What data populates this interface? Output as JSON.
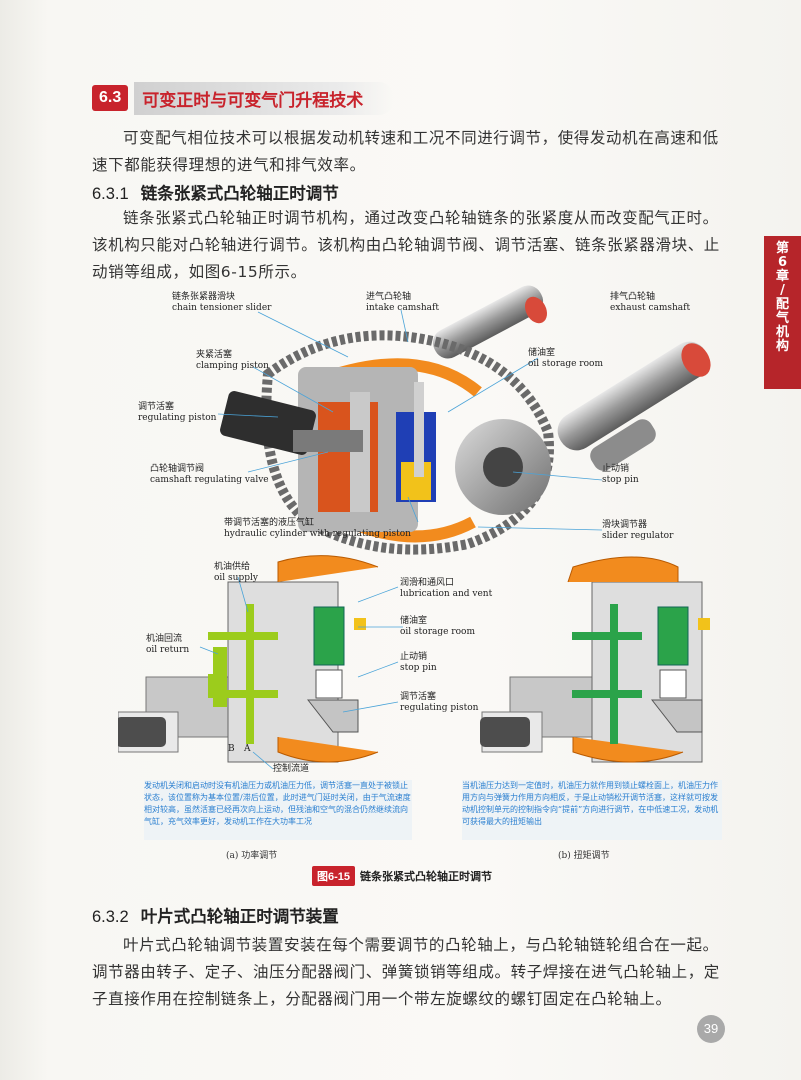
{
  "section": {
    "number": "6.3",
    "title": "可变正时与可变气门升程技术"
  },
  "intro": "可变配气相位技术可以根据发动机转速和工况不同进行调节，使得发动机在高速和低速下都能获得理想的进气和排气效率。",
  "sub1": {
    "number": "6.3.1",
    "title": "链条张紧式凸轮轴正时调节"
  },
  "para1": "链条张紧式凸轮轴正时调节机构，通过改变凸轮轴链条的张紧度从而改变配气正时。该机构只能对凸轮轴进行调节。该机构由凸轮轴调节阀、调节活塞、链条张紧器滑块、止动销等组成，如图6-15所示。",
  "side_tab": {
    "chapter": [
      "第",
      "6",
      "章"
    ],
    "sep": "/",
    "name": [
      "配",
      "气",
      "机",
      "构"
    ]
  },
  "figure": {
    "top_labels": {
      "chain_slider": {
        "cn": "链条张紧器滑块",
        "en": "chain tensioner slider"
      },
      "intake": {
        "cn": "进气凸轮轴",
        "en": "intake camshaft"
      },
      "exhaust": {
        "cn": "排气凸轮轴",
        "en": "exhaust camshaft"
      },
      "clamping": {
        "cn": "夹紧活塞",
        "en": "clamping piston"
      },
      "oil_storage": {
        "cn": "储油室",
        "en": "oil storage room"
      },
      "regulating": {
        "cn": "调节活塞",
        "en": "regulating piston"
      },
      "valve": {
        "cn": "凸轮轴调节阀",
        "en": "camshaft regulating valve"
      },
      "stop_pin": {
        "cn": "止动销",
        "en": "stop pin"
      },
      "hydraulic": {
        "cn": "带调节活塞的液压气缸",
        "en": "hydraulic cylinder with regulating piston"
      },
      "slider_reg": {
        "cn": "滑块调节器",
        "en": "slider regulator"
      }
    },
    "bottom_labels": {
      "oil_supply": {
        "cn": "机油供给",
        "en": "oil supply"
      },
      "lubrication": {
        "cn": "润滑和通风口",
        "en": "lubrication and vent"
      },
      "oil_storage": {
        "cn": "储油室",
        "en": "oil storage room"
      },
      "oil_return": {
        "cn": "机油回流",
        "en": "oil return"
      },
      "stop_pin": {
        "cn": "止动销",
        "en": "stop pin"
      },
      "regulating": {
        "cn": "调节活塞",
        "en": "regulating piston"
      },
      "b": "B",
      "a": "A",
      "control_channel": "控制流道"
    },
    "caption_left": "发动机关闭和启动时没有机油压力或机油压力低，调节活塞一直处于被锁止状态，该位置称为基本位置/滞后位置，此时进气门延时关闭，由于气流速度相对较高，虽然活塞已经再次向上运动，但残油和空气的混合仍然继续流向气缸，充气效率更好，发动机工作在大功率工况",
    "caption_right": "当机油压力达到一定值时，机油压力就作用到锁止螺栓面上，机油压力作用方向与弹簧力作用方向相反，于是止动销松开调节活塞，这样就可按发动机控制单元的控制指令向“提前”方向进行调节，在中低速工况，发动机可获得最大的扭矩输出",
    "sub_a": "(a) 功率调节",
    "sub_b": "(b) 扭矩调节",
    "number": "图6-15",
    "title": "链条张紧式凸轮轴正时调节"
  },
  "sub2": {
    "number": "6.3.2",
    "title": "叶片式凸轮轴正时调节装置"
  },
  "para2": "叶片式凸轮轴调节装置安装在每个需要调节的凸轮轴上，与凸轮轴链轮组合在一起。调节器由转子、定子、油压分配器阀门、弹簧锁销等组成。转子焊接在进气凸轮轴上，定子直接作用在控制链条上，分配器阀门用一个带左旋螺纹的螺钉固定在凸轮轴上。",
  "page_number": "39",
  "colors": {
    "accent": "#c8232c",
    "side_tab": "#b6252a",
    "caption_text": "#2a7fd0",
    "oil_green": "#9ccc1c",
    "slider_orange": "#f28b1e"
  }
}
